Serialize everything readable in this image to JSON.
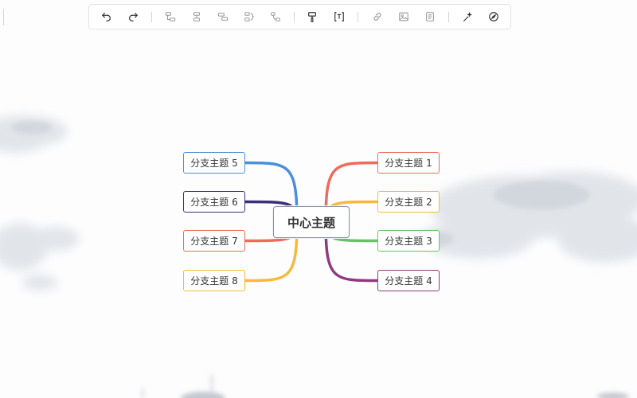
{
  "toolbar": {
    "buttons": [
      {
        "name": "undo-button",
        "icon": "undo-icon"
      },
      {
        "name": "redo-button",
        "icon": "redo-icon"
      },
      {
        "name": "insert-child-button",
        "icon": "insert-child-icon"
      },
      {
        "name": "insert-sibling-button",
        "icon": "insert-sibling-icon"
      },
      {
        "name": "insert-parent-button",
        "icon": "insert-parent-icon"
      },
      {
        "name": "summary-button",
        "icon": "summary-icon"
      },
      {
        "name": "association-button",
        "icon": "association-icon"
      },
      {
        "name": "format-painter-button",
        "icon": "format-painter-icon"
      },
      {
        "name": "text-format-button",
        "icon": "text-format-icon"
      },
      {
        "name": "link-button",
        "icon": "link-icon"
      },
      {
        "name": "image-button",
        "icon": "image-icon"
      },
      {
        "name": "note-button",
        "icon": "note-icon"
      },
      {
        "name": "magic-button",
        "icon": "magic-wand-icon"
      },
      {
        "name": "theme-button",
        "icon": "compass-icon"
      }
    ]
  },
  "mindmap": {
    "center": {
      "label": "中心主题"
    },
    "right_branches": [
      {
        "label": "分支主题 1",
        "color": "#ef6b5a"
      },
      {
        "label": "分支主题 2",
        "color": "#f6b93b"
      },
      {
        "label": "分支主题 3",
        "color": "#6abf69"
      },
      {
        "label": "分支主题 4",
        "color": "#8e3a7e"
      }
    ],
    "left_branches": [
      {
        "label": "分支主题 5",
        "color": "#4a90d9"
      },
      {
        "label": "分支主题 6",
        "color": "#3b2f7a"
      },
      {
        "label": "分支主题 7",
        "color": "#ef6b5a"
      },
      {
        "label": "分支主题 8",
        "color": "#f6b93b"
      }
    ]
  }
}
